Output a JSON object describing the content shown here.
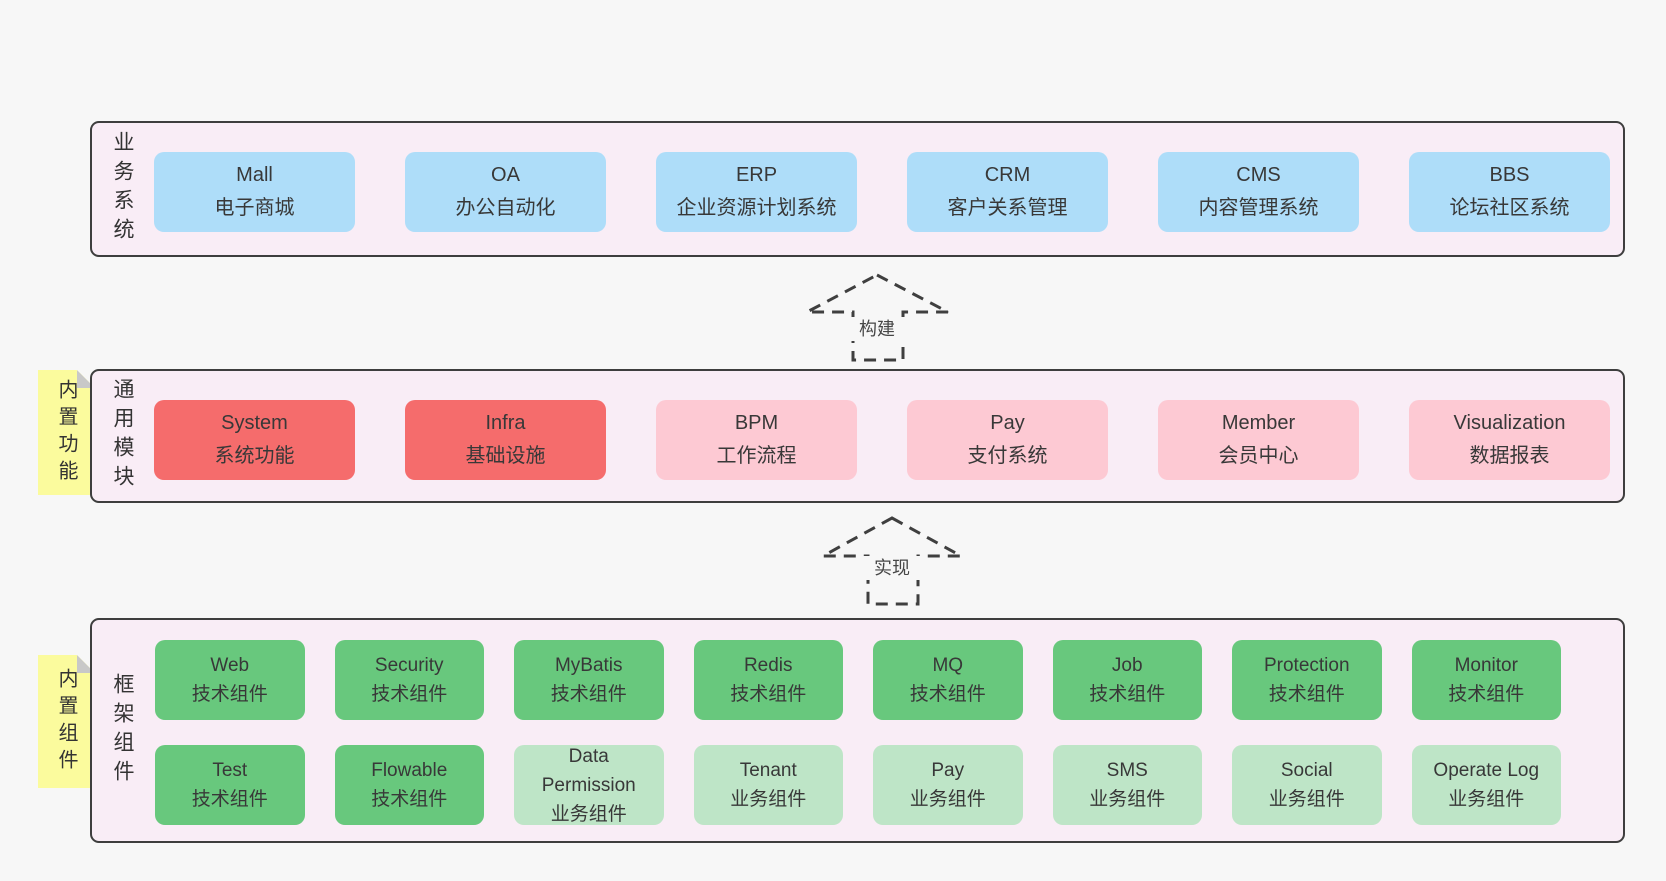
{
  "colors": {
    "page_background": "#f7f7f7",
    "layer_background": "#f9edf6",
    "layer_border": "#3e3e3e",
    "box_blue": "#aeddf9",
    "box_red": "#f56c6c",
    "box_pink": "#fdc9d3",
    "box_green": "#68c87d",
    "box_light_green": "#bee5c7",
    "note_yellow": "#fbfb9d",
    "note_fold_gray": "#c8c8c8",
    "text": "#383838"
  },
  "arrows": [
    {
      "label": "构建"
    },
    {
      "label": "实现"
    }
  ],
  "layers": [
    {
      "label": "业务系统",
      "rows": [
        [
          {
            "en": "Mall",
            "zh": "电子商城"
          },
          {
            "en": "OA",
            "zh": "办公自动化"
          },
          {
            "en": "ERP",
            "zh": "企业资源计划系统"
          },
          {
            "en": "CRM",
            "zh": "客户关系管理"
          },
          {
            "en": "CMS",
            "zh": "内容管理系统"
          },
          {
            "en": "BBS",
            "zh": "论坛社区系统"
          }
        ]
      ]
    },
    {
      "label": "通用模块",
      "note": "内置功能",
      "rows": [
        [
          {
            "en": "System",
            "zh": "系统功能"
          },
          {
            "en": "Infra",
            "zh": "基础设施"
          },
          {
            "en": "BPM",
            "zh": "工作流程"
          },
          {
            "en": "Pay",
            "zh": "支付系统"
          },
          {
            "en": "Member",
            "zh": "会员中心"
          },
          {
            "en": "Visualization",
            "zh": "数据报表"
          }
        ]
      ]
    },
    {
      "label": "框架组件",
      "note": "内置组件",
      "rows": [
        [
          {
            "en": "Web",
            "zh": "技术组件"
          },
          {
            "en": "Security",
            "zh": "技术组件"
          },
          {
            "en": "MyBatis",
            "zh": "技术组件"
          },
          {
            "en": "Redis",
            "zh": "技术组件"
          },
          {
            "en": "MQ",
            "zh": "技术组件"
          },
          {
            "en": "Job",
            "zh": "技术组件"
          },
          {
            "en": "Protection",
            "zh": "技术组件"
          },
          {
            "en": "Monitor",
            "zh": "技术组件"
          }
        ],
        [
          {
            "en": "Test",
            "zh": "技术组件"
          },
          {
            "en": "Flowable",
            "zh": "技术组件"
          },
          {
            "en": "Data Permission",
            "zh": "业务组件"
          },
          {
            "en": "Tenant",
            "zh": "业务组件"
          },
          {
            "en": "Pay",
            "zh": "业务组件"
          },
          {
            "en": "SMS",
            "zh": "业务组件"
          },
          {
            "en": "Social",
            "zh": "业务组件"
          },
          {
            "en": "Operate Log",
            "zh": "业务组件"
          }
        ]
      ]
    }
  ]
}
